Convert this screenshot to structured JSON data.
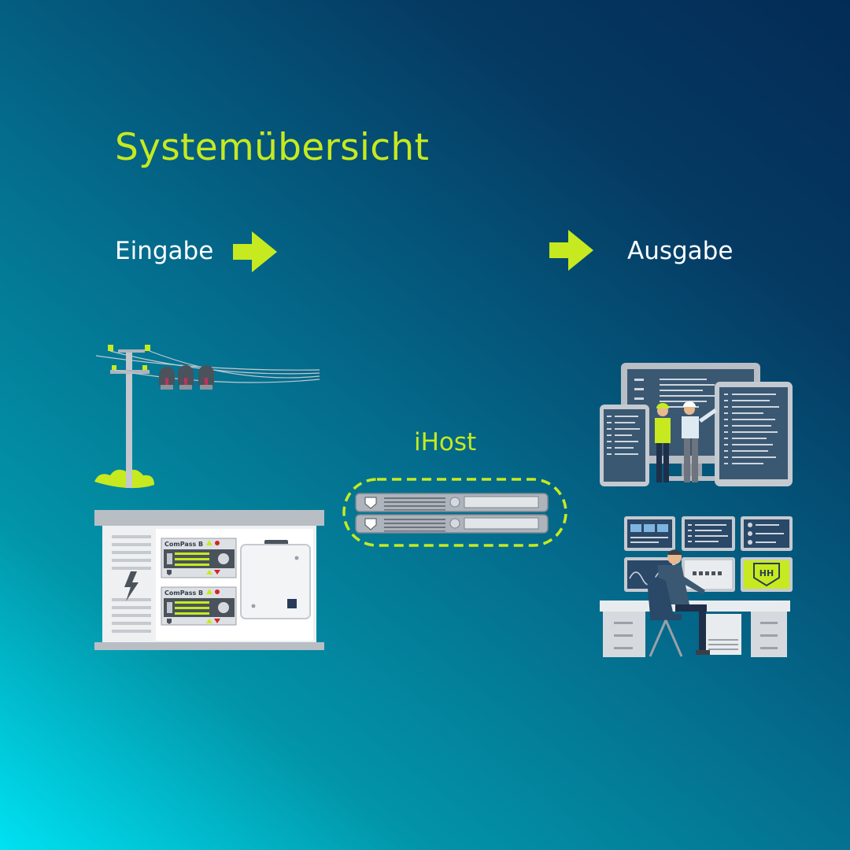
{
  "title": "Systemübersicht",
  "input_label": "Eingabe",
  "output_label": "Ausgabe",
  "server_label": "iHost",
  "device_label": "ComPass B",
  "logo_text": "HH",
  "colors": {
    "accent": "#c6ea1f",
    "text": "#ffffff",
    "bg_dark": "#032b55",
    "bg_light": "#00e2f2"
  }
}
